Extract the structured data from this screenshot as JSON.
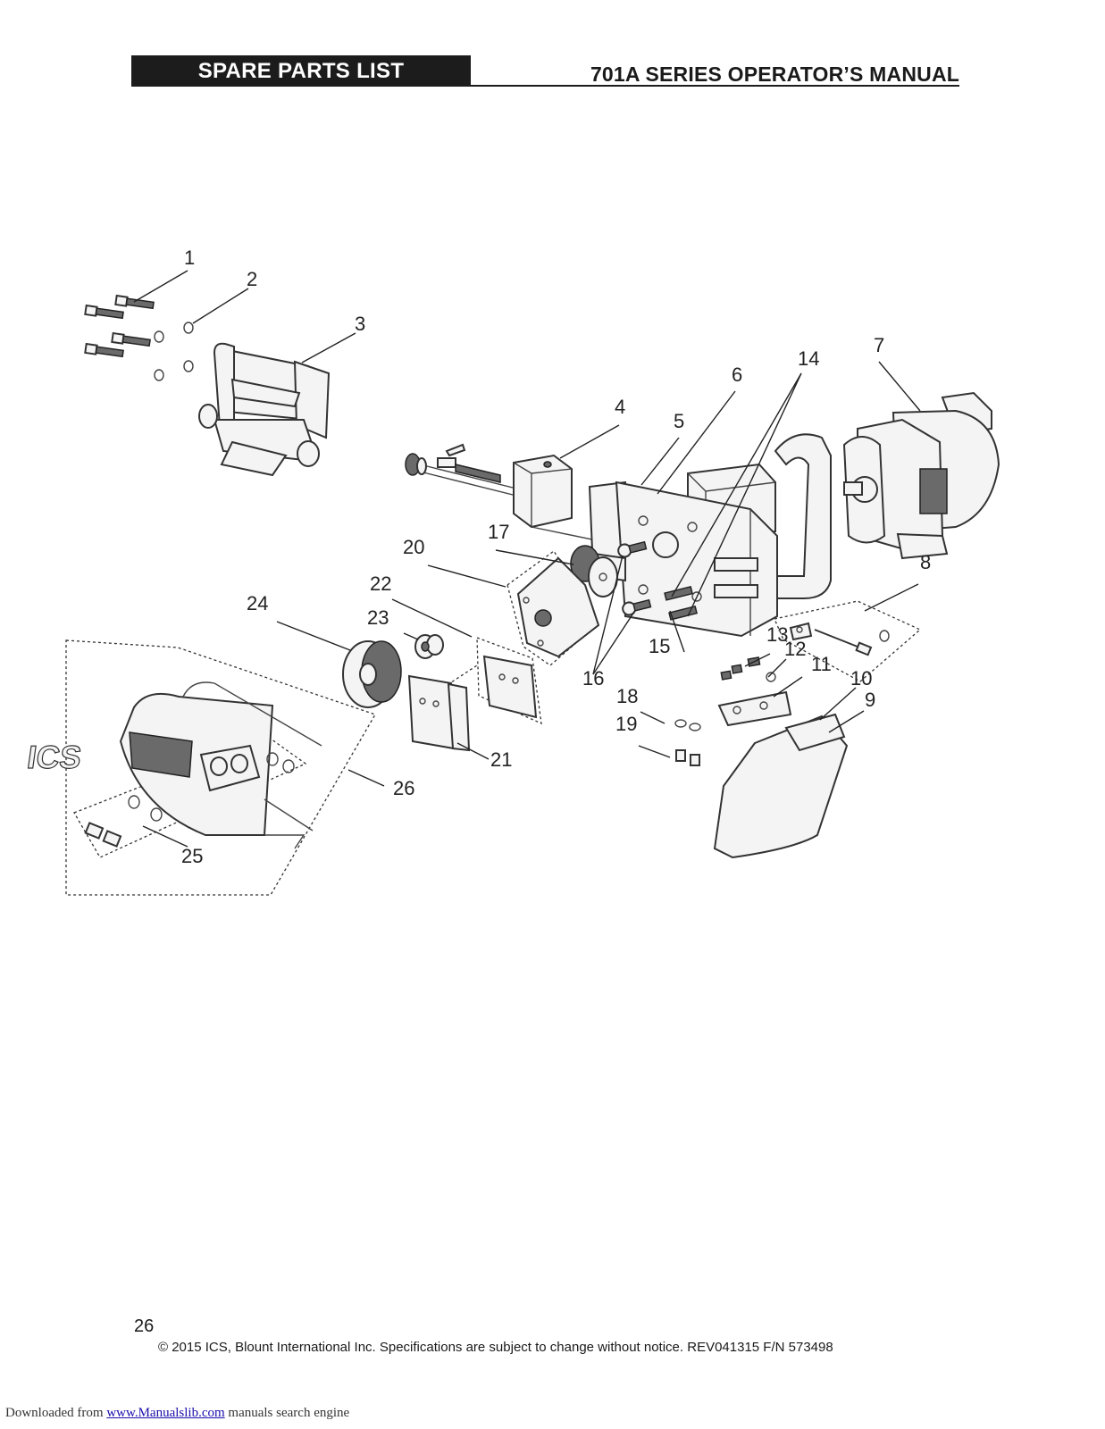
{
  "header": {
    "section_label": "SPARE PARTS LIST",
    "manual_title": "701A SERIES OPERATOR’S MANUAL"
  },
  "diagram": {
    "callouts": [
      "1",
      "2",
      "3",
      "4",
      "5",
      "6",
      "7",
      "8",
      "9",
      "10",
      "11",
      "12",
      "13",
      "14",
      "15",
      "16",
      "17",
      "18",
      "19",
      "20",
      "21",
      "22",
      "23",
      "24",
      "25",
      "26"
    ],
    "logo_text": "ICS"
  },
  "footer": {
    "page_number": "26",
    "copyright": "© 2015 ICS, Blount International Inc.  Specifications are subject to change without notice.  REV041315  F/N 573498",
    "download_prefix": "Downloaded from ",
    "download_link": "www.Manualslib.com",
    "download_suffix": " manuals search engine"
  }
}
